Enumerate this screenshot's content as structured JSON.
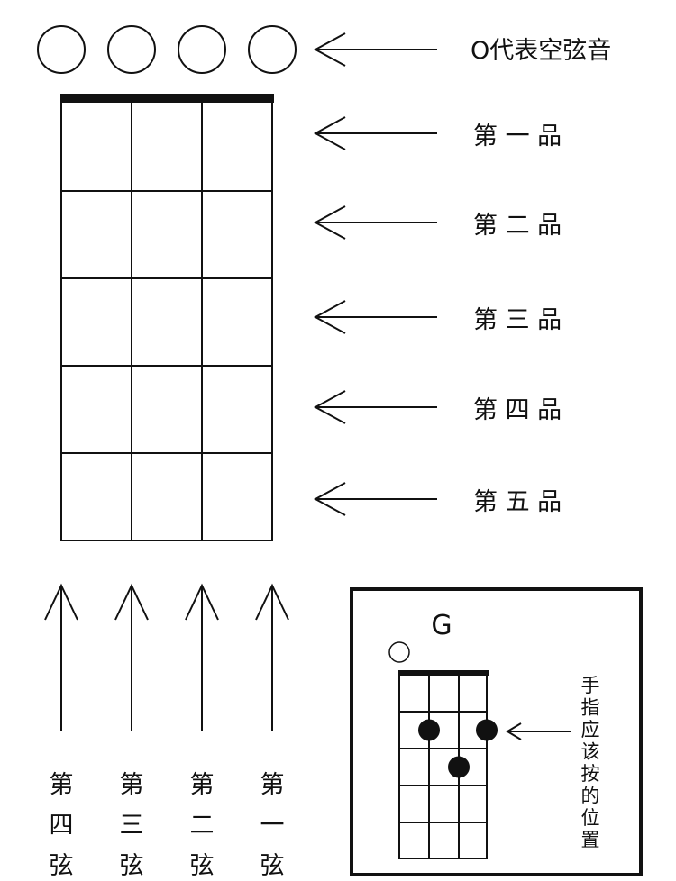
{
  "open_string_legend": "O代表空弦音",
  "fret_labels": [
    "第 一 品",
    "第 二 品",
    "第 三 品",
    "第 四 品",
    "第 五 品"
  ],
  "string_labels": [
    [
      "第",
      "四",
      "弦"
    ],
    [
      "第",
      "三",
      "弦"
    ],
    [
      "第",
      "二",
      "弦"
    ],
    [
      "第",
      "一",
      "弦"
    ]
  ],
  "example": {
    "chord_name": "G",
    "finger_note": [
      "手",
      "指",
      "应",
      "该",
      "按",
      "的",
      "位",
      "置"
    ],
    "open_strings": [
      4
    ],
    "dots": [
      {
        "string": 3,
        "fret": 2
      },
      {
        "string": 1,
        "fret": 2
      },
      {
        "string": 2,
        "fret": 3
      }
    ]
  }
}
